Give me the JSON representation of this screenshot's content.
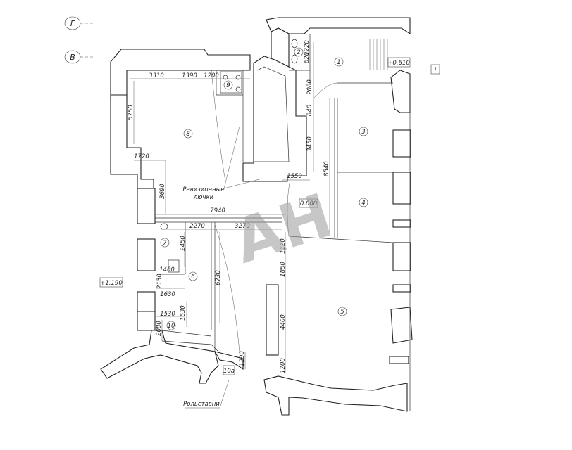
{
  "axes": {
    "g": "Г",
    "v": "В"
  },
  "marks": {
    "elev_top": "+0.610",
    "elev_left": "+1.190",
    "floor": "0.000",
    "sheet": "I"
  },
  "rooms": [
    "1",
    "2",
    "3",
    "4",
    "5",
    "6",
    "7",
    "8",
    "9",
    "10",
    "10а"
  ],
  "dims": {
    "d3310": "3310",
    "d1390": "1390",
    "d1200a": "1200",
    "d5750": "5750",
    "d1720": "1720",
    "d3690": "3690",
    "d7940": "7940",
    "d2270": "2270",
    "d3270": "3270",
    "d2450": "2450",
    "d1460": "1460",
    "d2130": "2130",
    "d6730": "6730",
    "d1630a": "1630",
    "d1530": "1530",
    "d1630b": "1630",
    "d2080a": "2080",
    "d1290": "1290",
    "d1200b": "1200",
    "d4400": "4400",
    "d1850": "1850",
    "d1120": "1120",
    "d8540": "8540",
    "d3450": "3450",
    "d840": "840",
    "d2080b": "2080",
    "d1220": "1220",
    "d620": "620",
    "d1550": "1550"
  },
  "notes": {
    "revision1": "Ревизионные",
    "revision2": "лючки",
    "shutters": "Рольставни"
  },
  "watermark": "AH"
}
